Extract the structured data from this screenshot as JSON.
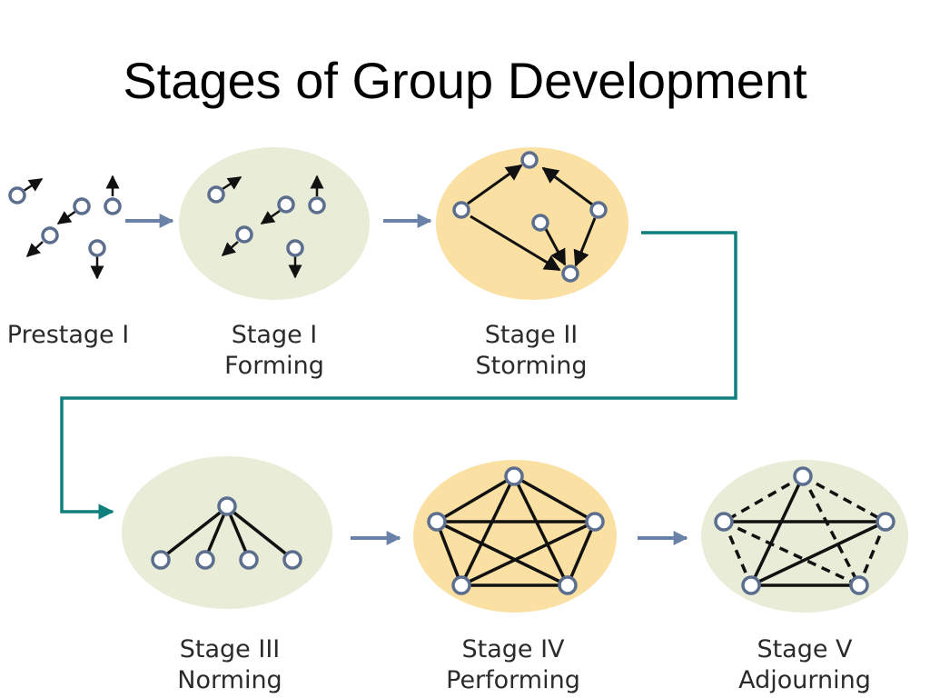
{
  "title": "Stages of Group Development",
  "colors": {
    "circle_green": "#e9ecd6",
    "circle_orange": "#fbe0a4",
    "node_stroke": "#5b6e8e",
    "connector": "#0e7f7b",
    "arrow": "#6a82a8",
    "line": "#111111"
  },
  "stages": [
    {
      "id": "prestage-1",
      "name": "Prestage I",
      "phase": ""
    },
    {
      "id": "stage-1",
      "name": "Stage I",
      "phase": "Forming"
    },
    {
      "id": "stage-2",
      "name": "Stage II",
      "phase": "Storming"
    },
    {
      "id": "stage-3",
      "name": "Stage III",
      "phase": "Norming"
    },
    {
      "id": "stage-4",
      "name": "Stage IV",
      "phase": "Performing"
    },
    {
      "id": "stage-5",
      "name": "Stage V",
      "phase": "Adjourning"
    }
  ]
}
